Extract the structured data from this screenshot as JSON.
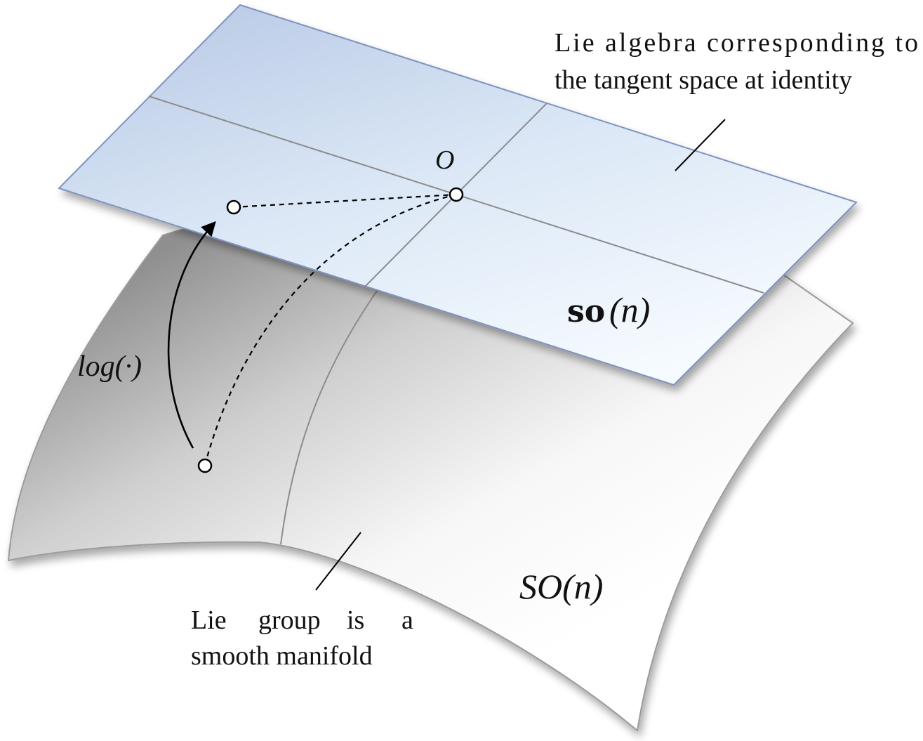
{
  "labels": {
    "lie_algebra_line1": "Lie algebra corresponding to",
    "lie_algebra_line2": "the tangent space at identity",
    "lie_group_line1_words": [
      "Lie",
      "group",
      "is",
      "a"
    ],
    "lie_group_line2": "smooth manifold",
    "origin": "O",
    "log_map": "log(·)",
    "so_n_bold": "so",
    "so_n_arg": "(n)",
    "SO_n": "SO(n)"
  },
  "colors": {
    "plane_top": "#bccde8",
    "plane_bottom": "#f4f9ff",
    "plane_border": "#7f93bf",
    "manifold_dark": "#9a9a9a",
    "manifold_light": "#ffffff",
    "grid_line": "#8c8c8c",
    "ink": "#000000"
  }
}
